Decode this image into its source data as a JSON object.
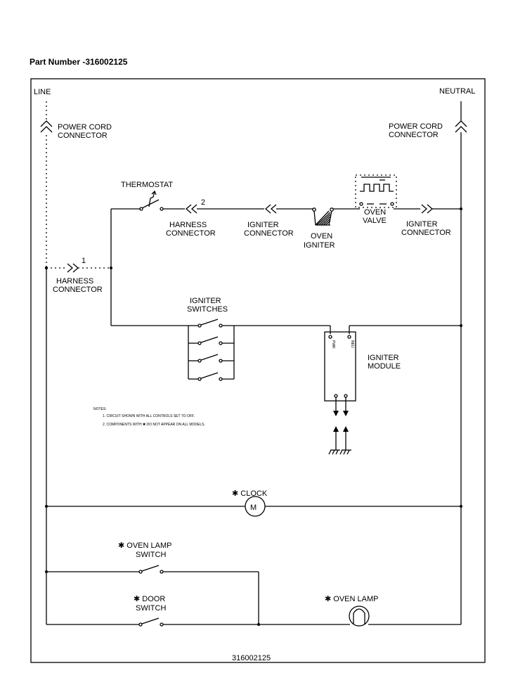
{
  "header": {
    "part_number": "Part Number -316002125"
  },
  "labels": {
    "line": "LINE",
    "neutral": "NEUTRAL",
    "power_cord_left": [
      "POWER CORD",
      "CONNECTOR"
    ],
    "power_cord_right": [
      "POWER CORD",
      "CONNECTOR"
    ],
    "thermostat": "THERMOSTAT",
    "harness_connector_top": [
      "HARNESS",
      "CONNECTOR"
    ],
    "harness_connector_top_num": "2",
    "igniter_connector_left": [
      "IGNITER",
      "CONNECTOR"
    ],
    "oven_igniter": [
      "OVEN",
      "IGNITER"
    ],
    "oven_valve": [
      "OVEN",
      "VALVE"
    ],
    "igniter_connector_right": [
      "IGNITER",
      "CONNECTOR"
    ],
    "harness_connector_left": [
      "HARNESS",
      "CONNECTOR"
    ],
    "harness_connector_left_num": "1",
    "igniter_switches": [
      "IGNITER",
      "SWITCHES"
    ],
    "igniter_module": [
      "IGNITER",
      "MODULE"
    ],
    "module_pins": [
      "PWR",
      "NEU"
    ],
    "notes": [
      "NOTES:",
      "1. CIRCUIT SHOWN WITH ALL CONTROLS SET TO OFF.",
      "2. COMPONENTS WITH ✱ DO NOT APPEAR ON ALL MODELS."
    ],
    "clock": "✱ CLOCK",
    "oven_lamp_switch": [
      "✱ OVEN LAMP",
      "SWITCH"
    ],
    "door_switch": [
      "✱ DOOR",
      "SWITCH"
    ],
    "oven_lamp": "✱ OVEN LAMP",
    "clock_symbol": "M",
    "footer_number": "316002125"
  }
}
